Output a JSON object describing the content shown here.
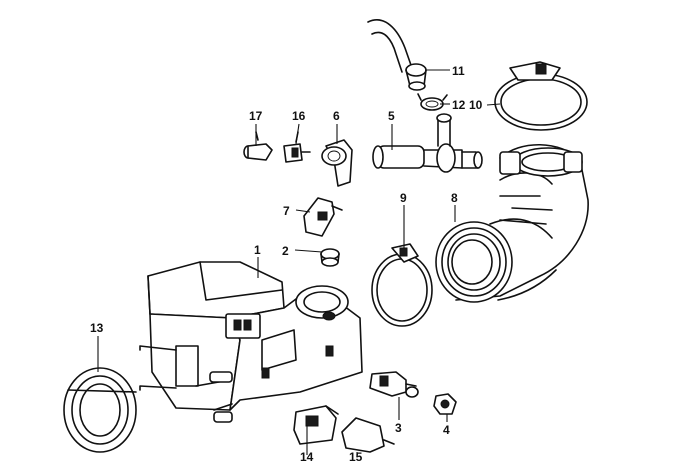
{
  "callouts": [
    {
      "id": "c1",
      "label": "1"
    },
    {
      "id": "c2",
      "label": "2"
    },
    {
      "id": "c3",
      "label": "3"
    },
    {
      "id": "c4",
      "label": "4"
    },
    {
      "id": "c5",
      "label": "5"
    },
    {
      "id": "c6",
      "label": "6"
    },
    {
      "id": "c7",
      "label": "7"
    },
    {
      "id": "c8",
      "label": "8"
    },
    {
      "id": "c9",
      "label": "9"
    },
    {
      "id": "c10",
      "label": "10"
    },
    {
      "id": "c11",
      "label": "11"
    },
    {
      "id": "c12",
      "label": "12"
    },
    {
      "id": "c13",
      "label": "13"
    },
    {
      "id": "c14",
      "label": "14"
    },
    {
      "id": "c15",
      "label": "15"
    },
    {
      "id": "c16",
      "label": "16"
    },
    {
      "id": "c17",
      "label": "17"
    }
  ],
  "colors": {
    "ink": "#111111",
    "background": "#ffffff"
  }
}
